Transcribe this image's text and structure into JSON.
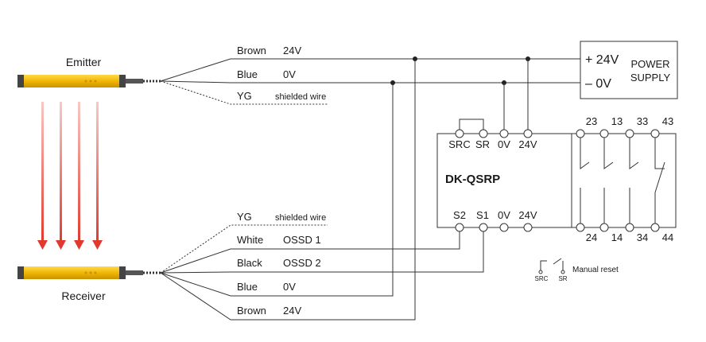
{
  "emitter": {
    "label": "Emitter"
  },
  "receiver": {
    "label": "Receiver"
  },
  "emitter_wires": [
    {
      "color": "Brown",
      "signal": "24V"
    },
    {
      "color": "Blue",
      "signal": "0V"
    },
    {
      "color": "YG",
      "signal": "shielded wire"
    }
  ],
  "receiver_wires": [
    {
      "color": "YG",
      "signal": "shielded wire"
    },
    {
      "color": "White",
      "signal": "OSSD 1"
    },
    {
      "color": "Black",
      "signal": "OSSD 2"
    },
    {
      "color": "Blue",
      "signal": "0V"
    },
    {
      "color": "Brown",
      "signal": "24V"
    }
  ],
  "power_supply": {
    "plus": "+ 24V",
    "minus": "– 0V",
    "line1": "POWER",
    "line2": "SUPPLY"
  },
  "module": {
    "name": "DK-QSRP",
    "top_terminals": [
      "SRC",
      "SR",
      "0V",
      "24V"
    ],
    "bottom_terminals": [
      "S2",
      "S1",
      "0V",
      "24V"
    ],
    "relay_top": [
      "23",
      "13",
      "33",
      "43"
    ],
    "relay_bottom": [
      "24",
      "14",
      "34",
      "44"
    ]
  },
  "manual_reset": {
    "label": "Manual reset",
    "src": "SRC",
    "sr": "SR"
  },
  "colors": {
    "line": "#333333",
    "beam": "#e8453c",
    "sensor_body": "#f2b705",
    "sensor_dark": "#3a3a3a"
  }
}
